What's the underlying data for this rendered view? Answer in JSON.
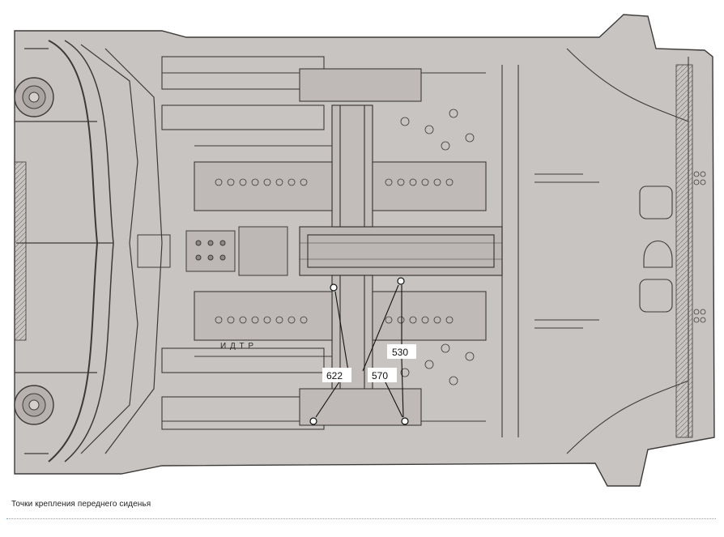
{
  "figure": {
    "body_color": "#c8c4c2",
    "line_color": "#3c3a39",
    "accent_color": "#6aa9d2"
  },
  "stamp_text": "И Д Т Р",
  "labels": {
    "mount_a": "622",
    "mount_b": "570",
    "mount_c": "530"
  },
  "caption": "Точки крепления переднего сиденья"
}
